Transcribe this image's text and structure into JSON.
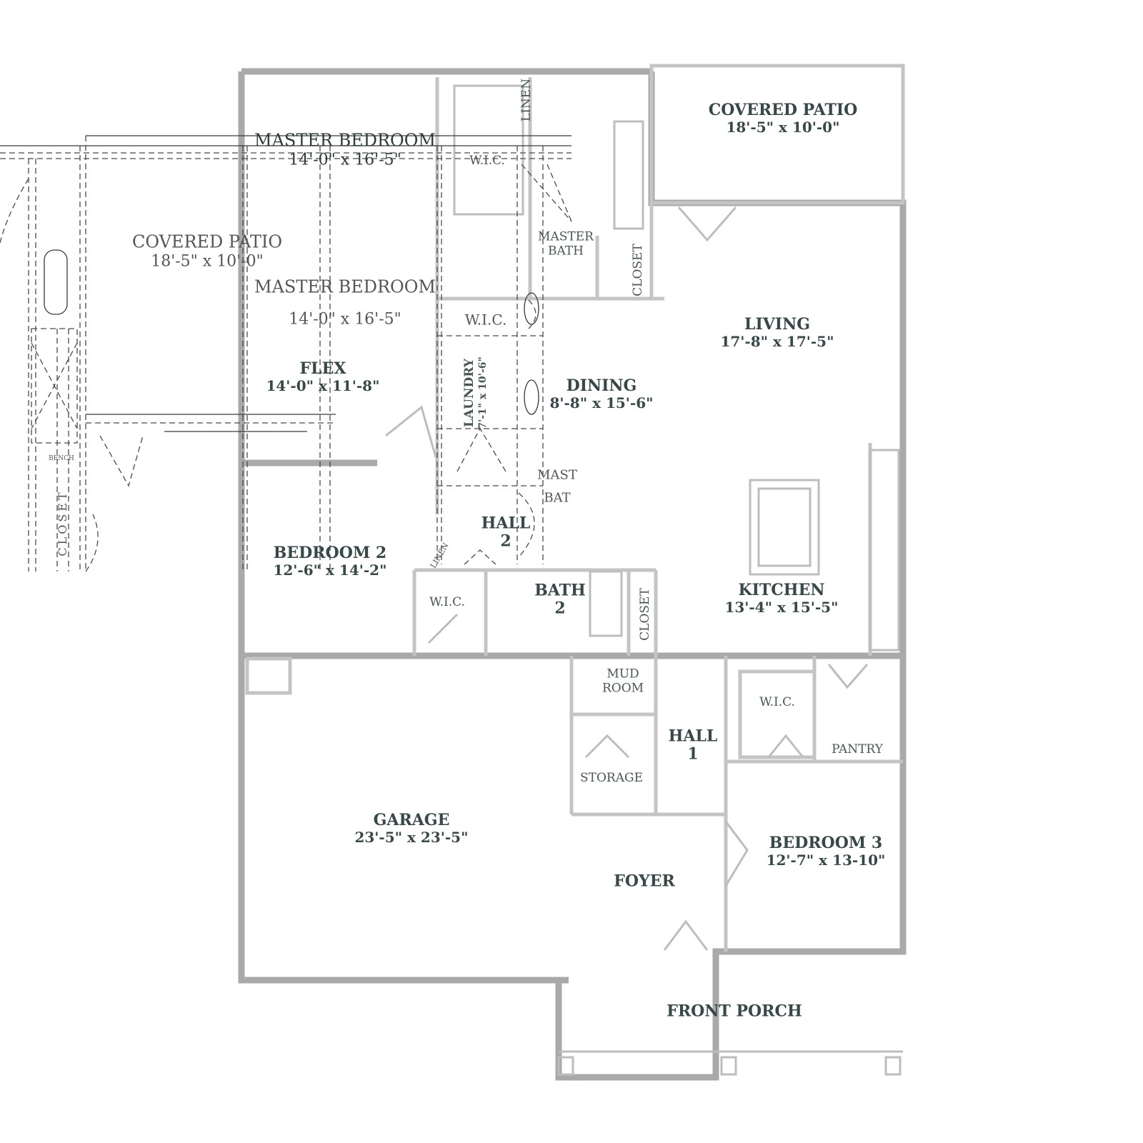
{
  "plan": {
    "rooms": {
      "covered_patio": {
        "name": "COVERED PATIO",
        "dims": "18'-5\" x 10'-0\""
      },
      "master_bedroom": {
        "name": "MASTER BEDROOM",
        "dims": "14'-0\" x 16'-5\""
      },
      "linen": "LINEN",
      "wic_master": "W.I.C.",
      "master_bath": "MASTER BATH",
      "closet_master": "CLOSET",
      "living": {
        "name": "LIVING",
        "dims": "17'-8\" x 17'-5\""
      },
      "flex": {
        "name": "FLEX",
        "dims": "14'-0\" x 11'-8\""
      },
      "laundry": {
        "name": "LAUNDRY",
        "dims": "7'-1\" x 10'-6\""
      },
      "dining": {
        "name": "DINING",
        "dims": "8'-8\" x 15'-6\""
      },
      "hall_2": "HALL 2",
      "linen_hall": "LINEN",
      "bedroom_2": {
        "name": "BEDROOM 2",
        "dims": "12'-6\" x 14'-2\""
      },
      "wic_bed2": "W.I.C.",
      "bath_2": "BATH 2",
      "closet_hall": "CLOSET",
      "kitchen": {
        "name": "KITCHEN",
        "dims": "13'-4\" x 15'-5\""
      },
      "mud_room": "MUD ROOM",
      "hall_1": "HALL 1",
      "wic_bed3": "W.I.C.",
      "pantry": "PANTRY",
      "storage": "STORAGE",
      "garage": {
        "name": "GARAGE",
        "dims": "23'-5\" x 23'-5\""
      },
      "bedroom_3": {
        "name": "BEDROOM 3",
        "dims": "12'-7\" x 13-10\""
      },
      "foyer": "FOYER",
      "front_porch": "FRONT PORCH"
    },
    "overlay": {
      "covered_patio": {
        "name": "COVERED PATIO",
        "dims": "18'-5\" x 10'-0\""
      },
      "master_bedroom": {
        "name": "MASTER BEDROOM",
        "dims": "14'-0\" x 16'-5\""
      },
      "wic": "W.I.C.",
      "master_bath_partial": "MAST BAT",
      "bench": "BENCH",
      "closet_partial": "CLOSET"
    }
  }
}
